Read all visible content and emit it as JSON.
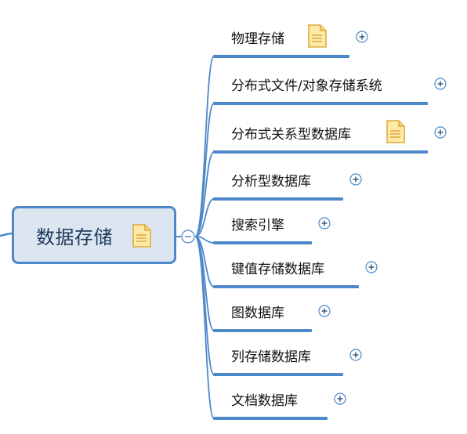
{
  "central_topic": {
    "label": "数据存储",
    "icon": "note-icon",
    "toggle_icon": "collapse-icon"
  },
  "branches": [
    {
      "label": "物理存储",
      "has_note": true,
      "toggle_icon": "expand-icon"
    },
    {
      "label": "分布式文件/对象存储系统",
      "has_note": false,
      "toggle_icon": "expand-icon"
    },
    {
      "label": "分布式关系型数据库",
      "has_note": true,
      "toggle_icon": "expand-icon"
    },
    {
      "label": "分析型数据库",
      "has_note": false,
      "toggle_icon": "expand-icon"
    },
    {
      "label": "搜索引擎",
      "has_note": false,
      "toggle_icon": "expand-icon"
    },
    {
      "label": "键值存储数据库",
      "has_note": false,
      "toggle_icon": "expand-icon"
    },
    {
      "label": "图数据库",
      "has_note": false,
      "toggle_icon": "expand-icon"
    },
    {
      "label": "列存储数据库",
      "has_note": false,
      "toggle_icon": "expand-icon"
    },
    {
      "label": "文档数据库",
      "has_note": false,
      "toggle_icon": "expand-icon"
    }
  ],
  "colors": {
    "line": "#4d88c9",
    "central_fill": "#dce6f1",
    "central_border": "#4d88c9",
    "note_fill": "#fde9a8",
    "note_stroke": "#e0a93a"
  }
}
